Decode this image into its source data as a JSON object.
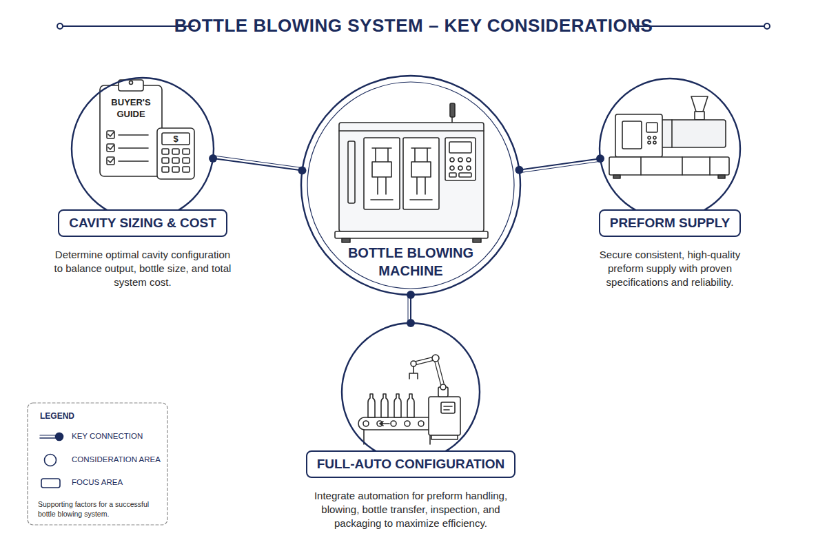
{
  "diagram": {
    "title": "BOTTLE BLOWING SYSTEM – KEY CONSIDERATIONS",
    "nodes": [
      {
        "text": [
          "CAVITY SIZING & COST",
          "Determine optimal cavity configuration to balance output, bottle size, and total system cost."
        ]
      },
      {
        "text": [
          "BOTTLE BLOWING MACHINE"
        ]
      },
      {
        "text": [
          "PREFORM SUPPLY",
          "Secure consistent, high-quality preform supply with proven specifications and reliability."
        ]
      },
      {
        "text": [
          "FULL-AUTO CONFIGURATION",
          "Integrate automation for preform handling, blowing, bottle transfer, inspection, and packaging to maximize efficiency."
        ]
      }
    ],
    "edges": [
      {
        "from": 1,
        "to": 0,
        "arrow": "none"
      },
      {
        "from": 1,
        "to": 2,
        "arrow": "none"
      },
      {
        "from": 1,
        "to": 3,
        "arrow": "none"
      }
    ],
    "labels": [
      "BUYER'S GUIDE",
      "$",
      "LEGEND",
      "Supporting factors for a successful bottle blowing system."
    ],
    "legend": [
      {
        "text": "KEY CONNECTION"
      },
      {
        "text": "CONSIDERATION AREA"
      },
      {
        "text": "FOCUS AREA"
      }
    ]
  }
}
